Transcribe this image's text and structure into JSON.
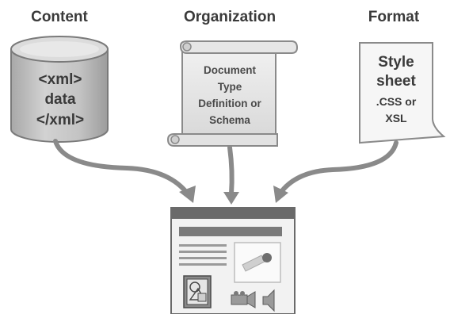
{
  "headings": {
    "content": "Content",
    "organization": "Organization",
    "format": "Format"
  },
  "database": {
    "line1": "<xml>",
    "line2": "data",
    "line3": "</xml>"
  },
  "scroll": {
    "line1": "Document",
    "line2": "Type",
    "line3": "Definition or",
    "line4": "Schema"
  },
  "stylesheet": {
    "line1": "Style",
    "line2": "sheet",
    "line3": ".CSS or",
    "line4": "XSL"
  },
  "colors": {
    "cylinder_fill": "#c4c4c4",
    "cylinder_top": "#d6d6d6",
    "scroll_fill": "#e4e4e4",
    "page_fill": "#f4f4f4",
    "arrow": "#8a8a8a",
    "browser_bar": "#6a6a6a"
  }
}
